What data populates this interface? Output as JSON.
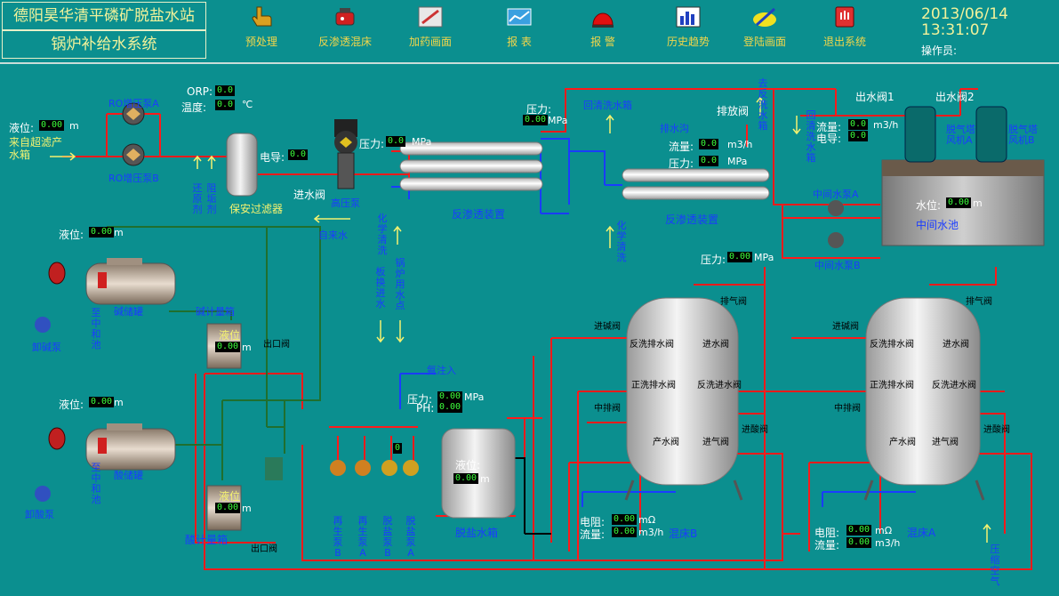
{
  "header": {
    "title_line1": "德阳昊华清平磷矿脱盐水站",
    "title_line2": "锅炉补给水系统",
    "date": "2013/06/14",
    "time": "13:31:07",
    "operator_label": "操作员:",
    "nav": [
      {
        "label": "预处理",
        "icon": "hand-pointer-icon"
      },
      {
        "label": "反渗透混床",
        "icon": "pot-icon"
      },
      {
        "label": "加药画面",
        "icon": "syringe-icon"
      },
      {
        "label": "报 表",
        "icon": "report-icon"
      },
      {
        "label": "报 警",
        "icon": "alarm-light-icon"
      },
      {
        "label": "历史趋势",
        "icon": "trend-chart-icon"
      },
      {
        "label": "登陆画面",
        "icon": "pen-login-icon"
      },
      {
        "label": "退出系统",
        "icon": "exit-hand-icon"
      }
    ]
  },
  "colors": {
    "background": "#0b8f8f",
    "pipe_red": "#ff1a1a",
    "pipe_blue": "#1a3cff",
    "pipe_green": "#1f6f2f",
    "label_yellow": "#f4f270",
    "value_green": "#3cff3c"
  },
  "left": {
    "level_label": "液位:",
    "level_value": "0.00",
    "level_unit": "m",
    "source_label": "来自超滤产水箱",
    "ro_pump_a": "RO增压泵A",
    "ro_pump_b": "RO增压泵B",
    "orp_label": "ORP:",
    "orp_value": "0.0",
    "temp_label": "温度:",
    "temp_value": "0.0",
    "temp_unit": "℃",
    "reducer": "还原剂",
    "scale_inhibitor": "阻垢剂",
    "security_filter": "保安过滤器",
    "conductivity_label": "电导:",
    "conductivity_value": "0.0",
    "inlet_valve": "进水阀",
    "hp_pump": "高压泵",
    "pressure_label": "压力:",
    "pressure_value": "0.0",
    "pressure_unit": "MPa",
    "tap_water": "自来水"
  },
  "ro": {
    "unit1": "反渗透装置",
    "unit2": "反渗透装置",
    "pressure1_label": "压力:",
    "pressure1_value": "0.00",
    "pressure1_unit": "MPa",
    "rinse_tank": "回清洗水箱",
    "drain": "排水沟",
    "drain_valve": "排放阀",
    "flow_label": "流量:",
    "flow_value": "0.0",
    "flow_unit": "m3/h",
    "pressure2_label": "压力:",
    "pressure2_value": "0.0",
    "pressure2_unit": "MPa",
    "chem_clean1": "化学清洗",
    "chem_clean2": "化学清洗",
    "to_backwash": "去反洗水箱",
    "return_rinse": "回清洗水箱",
    "flow3_label": "流量:",
    "flow3_value": "0.0",
    "flow3_unit": "m3/h",
    "cond3_label": "电导:",
    "cond3_value": "0.0",
    "outlet1": "出水阀1",
    "outlet2": "出水阀2",
    "degas_a": "脱气塔风机A",
    "degas_b": "脱气塔风机B",
    "mid_level_label": "水位:",
    "mid_level_value": "0.00",
    "mid_level_unit": "m",
    "mid_pool": "中间水池",
    "mid_pump_a": "中间水泵A",
    "mid_pump_b": "中间水泵B",
    "pressure4_label": "压力:",
    "pressure4_value": "0.00",
    "pressure4_unit": "MPa"
  },
  "chem": {
    "alkali_level_label": "液位:",
    "alkali_level_value": "0.00",
    "alkali_level_unit": "m",
    "alkali_tank": "碱储罐",
    "alkali_meter": "碱计量箱",
    "alkali_neutral": "至中和池",
    "unload_alkali": "卸碱泵",
    "gauge_label": "液位",
    "alkali_gauge_value": "0.00",
    "alkali_gauge_unit": "m",
    "outlet": "出口阀",
    "acid_level_label": "液位:",
    "acid_level_value": "0.00",
    "acid_level_unit": "m",
    "acid_tank": "酸储罐",
    "acid_meter": "酸计量箱",
    "acid_neutral": "至中和池",
    "unload_acid": "卸酸泵",
    "acid_gauge_value": "0.00",
    "acid_gauge_unit": "m",
    "acid_outlet": "出口阀"
  },
  "boiler": {
    "plate_inlet": "板换进水",
    "boiler_point": "锅炉用水点",
    "ammonia": "氨注入",
    "pressure_label": "压力:",
    "pressure_value": "0.00",
    "pressure_unit": "MPa",
    "ph_label": "PH:",
    "ph_value": "0.00",
    "pump_labels": [
      "再生泵B",
      "再生泵A",
      "脱盐泵B",
      "脱盐泵A"
    ],
    "pump_counter": "0",
    "desal_tank": "脱盐水箱",
    "desal_level_label": "液位:",
    "desal_level_value": "0.00",
    "desal_level_unit": "m"
  },
  "mixbed": {
    "bed_b": "混床B",
    "bed_a": "混床A",
    "vent": "排气阀",
    "alkali_in": "进碱阀",
    "acid_in": "进酸阀",
    "mid_drain": "中排阀",
    "backwash_drain": "反洗排水阀",
    "inlet": "进水阀",
    "forward_drain": "正洗排水阀",
    "backwash_in": "反洗进水阀",
    "product": "产水阀",
    "air_in": "进气阀",
    "resist_label": "电阻:",
    "resist_b": "0.00",
    "resist_a": "0.00",
    "resist_unit": "mΩ",
    "flow_label": "流量:",
    "flow_b": "0.00",
    "flow_a": "0.00",
    "flow_unit": "m3/h",
    "comp_air": "压缩空气"
  }
}
